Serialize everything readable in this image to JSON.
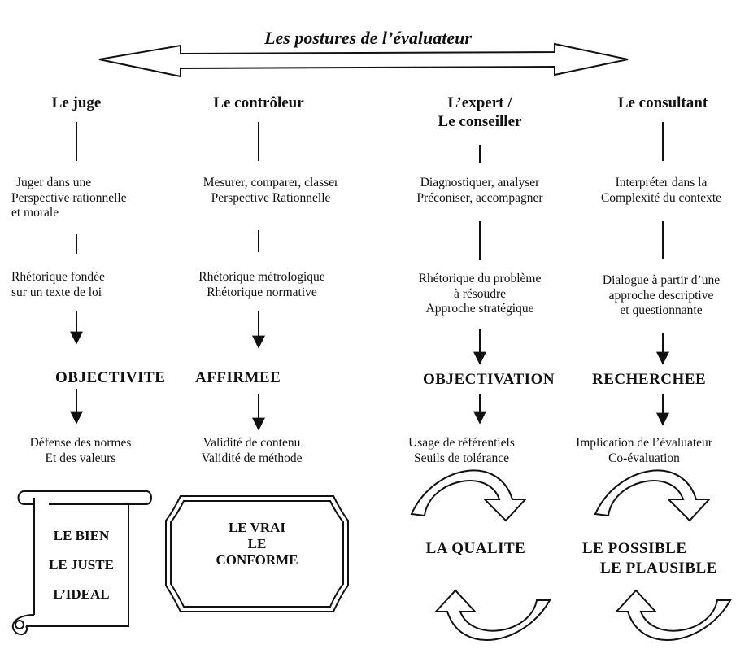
{
  "title": "Les postures de l’évaluateur",
  "postures": [
    {
      "name": "Le juge",
      "actions": [
        "Juger dans une",
        "Perspective rationnelle",
        "et morale"
      ],
      "rhetoric": [
        "Rhétorique fondée",
        "sur un texte de loi"
      ],
      "outcomes": [
        "Défense des normes",
        "Et des valeurs"
      ],
      "values": [
        "LE BIEN",
        "LE JUSTE",
        "L’IDEAL"
      ]
    },
    {
      "name": "Le contrôleur",
      "actions": [
        "Mesurer, comparer, classer",
        "Perspective Rationnelle"
      ],
      "rhetoric": [
        "Rhétorique métrologique",
        "Rhétorique normative"
      ],
      "outcomes": [
        "Validité de contenu",
        "Validité de méthode"
      ],
      "values": [
        "LE VRAI",
        "LE",
        "CONFORME"
      ]
    },
    {
      "name": [
        "L’expert /",
        "Le conseiller"
      ],
      "actions": [
        "Diagnostiquer, analyser",
        "Préconiser, accompagner"
      ],
      "rhetoric": [
        "Rhétorique du problème",
        "à résoudre",
        "Approche stratégique"
      ],
      "outcomes": [
        "Usage de référentiels",
        "Seuils de tolérance"
      ],
      "values": [
        "LA QUALITE"
      ]
    },
    {
      "name": "Le consultant",
      "actions": [
        "Interpréter dans la",
        "Complexité du contexte"
      ],
      "rhetoric": [
        "Dialogue à partir d’une",
        "approche descriptive",
        "et questionnante"
      ],
      "outcomes": [
        "Implication de l’évaluateur",
        "Co-évaluation"
      ],
      "values": [
        "LE POSSIBLE",
        "LE PLAUSIBLE"
      ]
    }
  ],
  "stances": {
    "objectivite": "OBJECTIVITE",
    "affirmee": "AFFIRMEE",
    "objectivation": "OBJECTIVATION",
    "recherchee": "RECHERCHEE"
  }
}
